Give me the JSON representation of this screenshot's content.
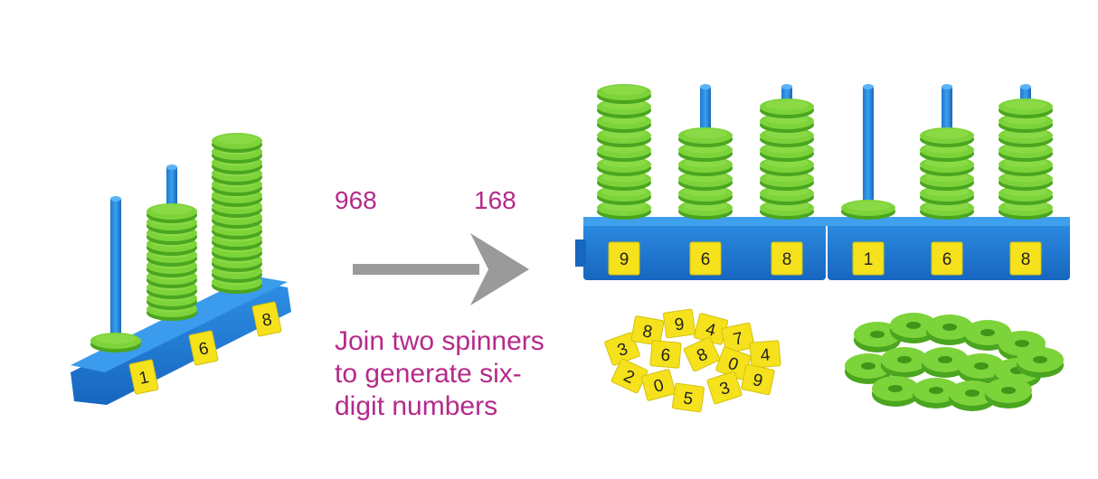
{
  "captions": {
    "left_number": "968",
    "right_number": "168",
    "description_lines": [
      "Join two spinners",
      "to generate six-",
      "digit numbers"
    ]
  },
  "small_abacus": {
    "cards": [
      "1",
      "6",
      "8"
    ],
    "rings": [
      1,
      10,
      14
    ]
  },
  "large_abacus": {
    "cards": [
      "9",
      "6",
      "8",
      "1",
      "6",
      "8"
    ],
    "rings": [
      9,
      6,
      8,
      1,
      6,
      8
    ]
  },
  "loose_tiles": [
    "3",
    "8",
    "9",
    "4",
    "7",
    "6",
    "8",
    "0",
    "4",
    "2",
    "0",
    "5",
    "3",
    "9"
  ],
  "colors": {
    "caption": "#b52a8a",
    "base_blue": "#1e7fd6",
    "rod_blue": "#2b8fe0",
    "ring_green": "#7dd33a",
    "ring_dark": "#4aa51f",
    "card_yellow": "#f5e21c",
    "arrow": "#9a9a9a"
  }
}
